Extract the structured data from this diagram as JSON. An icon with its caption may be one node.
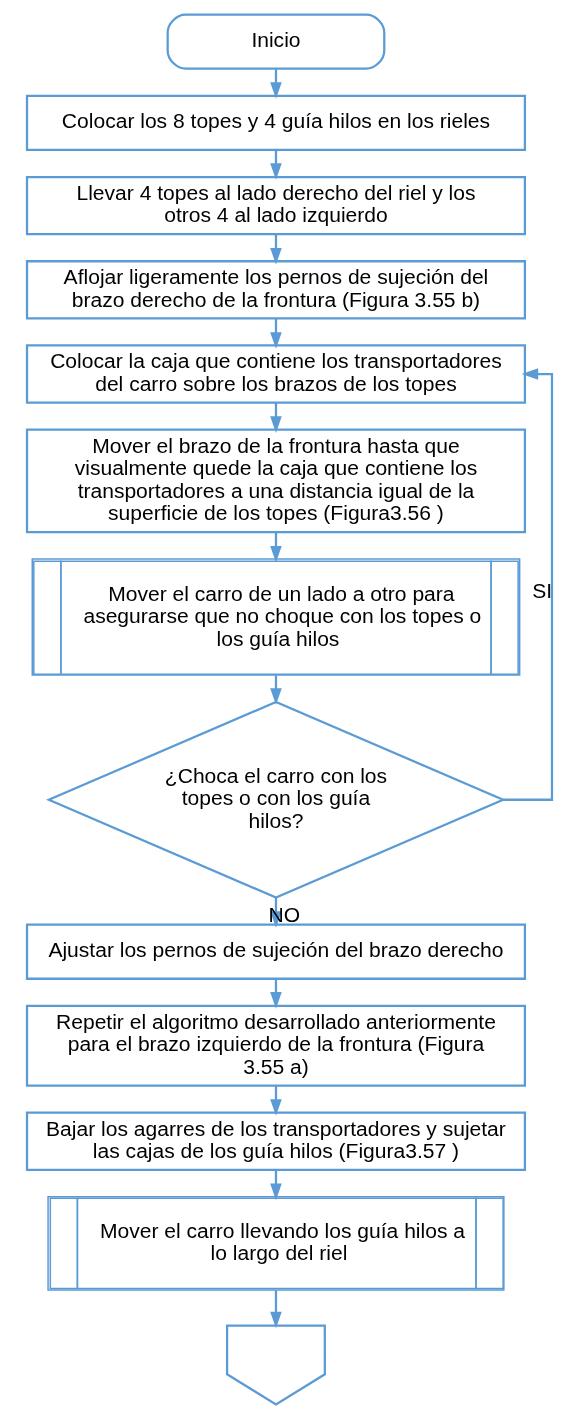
{
  "diagram": {
    "nodes": [
      {
        "text": [
          "Inicio"
        ]
      },
      {
        "text": [
          "Colocar los 8 topes y 4 guía hilos en los rieles"
        ]
      },
      {
        "text": [
          "Llevar 4 topes al lado derecho del riel y los otros 4 al lado izquierdo"
        ]
      },
      {
        "text": [
          "Aflojar ligeramente los pernos de sujeción del brazo derecho de la frontura (Figura 3.55 b)"
        ]
      },
      {
        "text": [
          "Colocar la caja que contiene los transportadores del carro sobre los brazos de los topes"
        ]
      },
      {
        "text": [
          "Mover el brazo de la frontura hasta que visualmente quede la caja que contiene los transportadores a una distancia igual de la superficie de los topes (Figura3.56 )"
        ]
      },
      {
        "text": [
          "Mover el carro de un lado a otro para asegurarse que no choque con los topes o los guía hilos"
        ]
      },
      {
        "text": [
          "¿Choca el carro con los topes o con los guía hilos?"
        ]
      },
      {
        "text": [
          "Ajustar los pernos de sujeción del brazo derecho"
        ]
      },
      {
        "text": [
          "Repetir el algoritmo desarrollado anteriormente para el brazo izquierdo de la frontura (Figura 3.55 a)"
        ]
      },
      {
        "text": [
          "Bajar los agarres de los transportadores y sujetar las cajas de los guía hilos (Figura3.57 )"
        ]
      },
      {
        "text": [
          "Mover el carro llevando los guía hilos a lo largo del riel"
        ]
      },
      {
        "text": [],
        "shape": "pentagon"
      }
    ],
    "edges": [
      {
        "from": 0,
        "to": 1,
        "arrow": "to"
      },
      {
        "from": 1,
        "to": 2,
        "arrow": "to"
      },
      {
        "from": 2,
        "to": 3,
        "arrow": "to"
      },
      {
        "from": 3,
        "to": 4,
        "arrow": "to"
      },
      {
        "from": 4,
        "to": 5,
        "arrow": "to"
      },
      {
        "from": 5,
        "to": 6,
        "arrow": "to"
      },
      {
        "from": 6,
        "to": 7,
        "arrow": "to"
      },
      {
        "from": 7,
        "to": 4,
        "arrow": "to",
        "label": "SI"
      },
      {
        "from": 7,
        "to": 8,
        "arrow": "to",
        "label": "NO"
      },
      {
        "from": 8,
        "to": 9,
        "arrow": "to"
      },
      {
        "from": 9,
        "to": 10,
        "arrow": "to"
      },
      {
        "from": 10,
        "to": 11,
        "arrow": "to"
      },
      {
        "from": 11,
        "to": 12,
        "arrow": "to"
      }
    ]
  }
}
